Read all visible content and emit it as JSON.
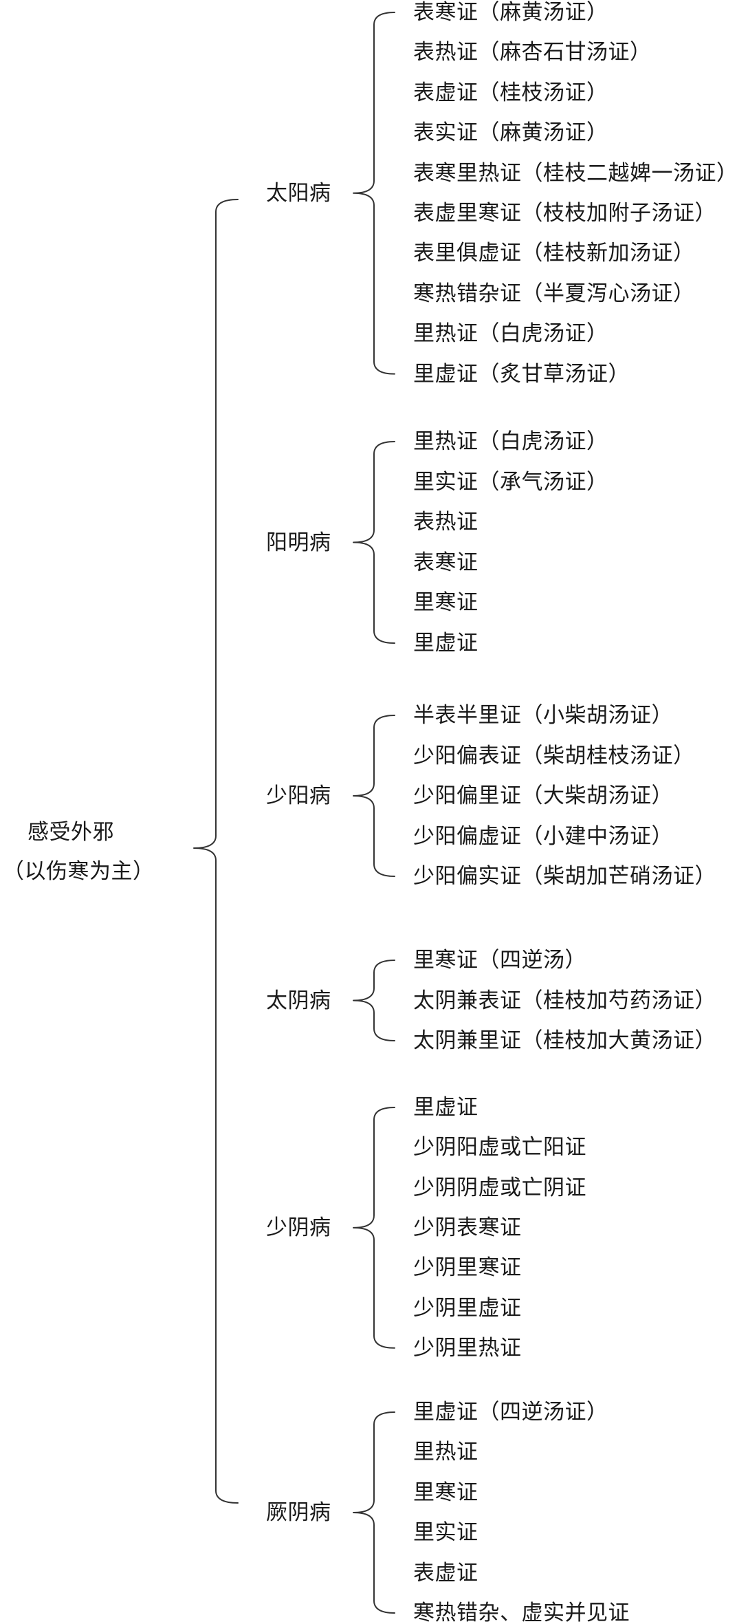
{
  "root": {
    "line1": "感受外邪",
    "line2": "（以伤寒为主）"
  },
  "diseases": [
    {
      "name": "太阳病",
      "syndromes": [
        "表寒证（麻黄汤证）",
        "表热证（麻杏石甘汤证）",
        "表虚证（桂枝汤证）",
        "表实证（麻黄汤证）",
        "表寒里热证（桂枝二越婢一汤证）",
        "表虚里寒证（枝枝加附子汤证）",
        "表里俱虚证（桂枝新加汤证）",
        "寒热错杂证（半夏泻心汤证）",
        "里热证（白虎汤证）",
        "里虚证（炙甘草汤证）"
      ]
    },
    {
      "name": "阳明病",
      "syndromes": [
        "里热证（白虎汤证）",
        "里实证（承气汤证）",
        "表热证",
        "表寒证",
        "里寒证",
        "里虚证"
      ]
    },
    {
      "name": "少阳病",
      "syndromes": [
        "半表半里证（小柴胡汤证）",
        "少阳偏表证（柴胡桂枝汤证）",
        "少阳偏里证（大柴胡汤证）",
        "少阳偏虚证（小建中汤证）",
        "少阳偏实证（柴胡加芒硝汤证）"
      ]
    },
    {
      "name": "太阴病",
      "syndromes": [
        "里寒证（四逆汤）",
        "太阴兼表证（桂枝加芍药汤证）",
        "太阴兼里证（桂枝加大黄汤证）"
      ]
    },
    {
      "name": "少阴病",
      "syndromes": [
        "里虚证",
        "少阴阳虚或亡阳证",
        "少阴阴虚或亡阴证",
        "少阴表寒证",
        "少阴里寒证",
        "少阴里虚证",
        "少阴里热证"
      ]
    },
    {
      "name": "厥阴病",
      "syndromes": [
        "里虚证（四逆汤证）",
        "里热证",
        "里寒证",
        "里实证",
        "表虚证",
        "寒热错杂、虚实并见证"
      ]
    }
  ]
}
